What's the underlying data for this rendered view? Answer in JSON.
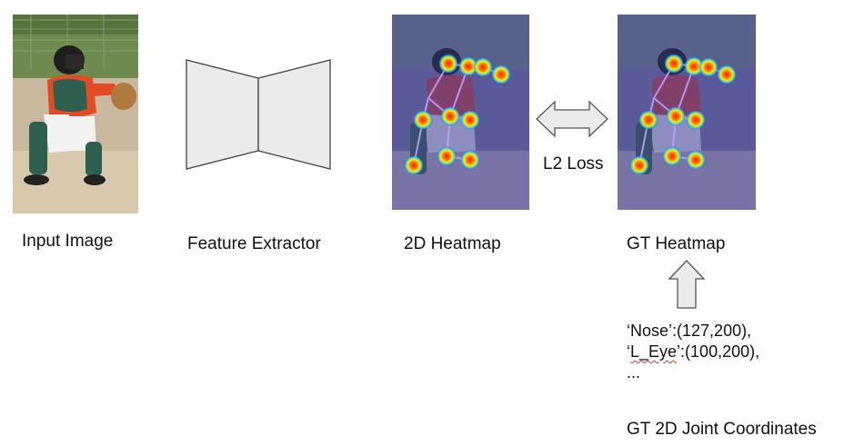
{
  "labels": {
    "input_image": "Input Image",
    "feature_extractor": "Feature Extractor",
    "heatmap_2d": "2D Heatmap",
    "gt_heatmap": "GT Heatmap",
    "loss": "L2 Loss",
    "gt_coordinates": "GT 2D Joint Coordinates"
  },
  "joint_coordinates": {
    "nose_key": "‘Nose’",
    "nose_value": ":(127,200),",
    "quote_open": "‘",
    "l_eye_name": "L_Eye",
    "l_eye_rest": "’:(100,200),",
    "ellipsis": "..."
  },
  "colors": {
    "block_fill": "#ebebeb",
    "block_stroke": "#444444",
    "heatmap_overlay": "#3f3fa8",
    "spelling_underline": "#d43c3c"
  }
}
